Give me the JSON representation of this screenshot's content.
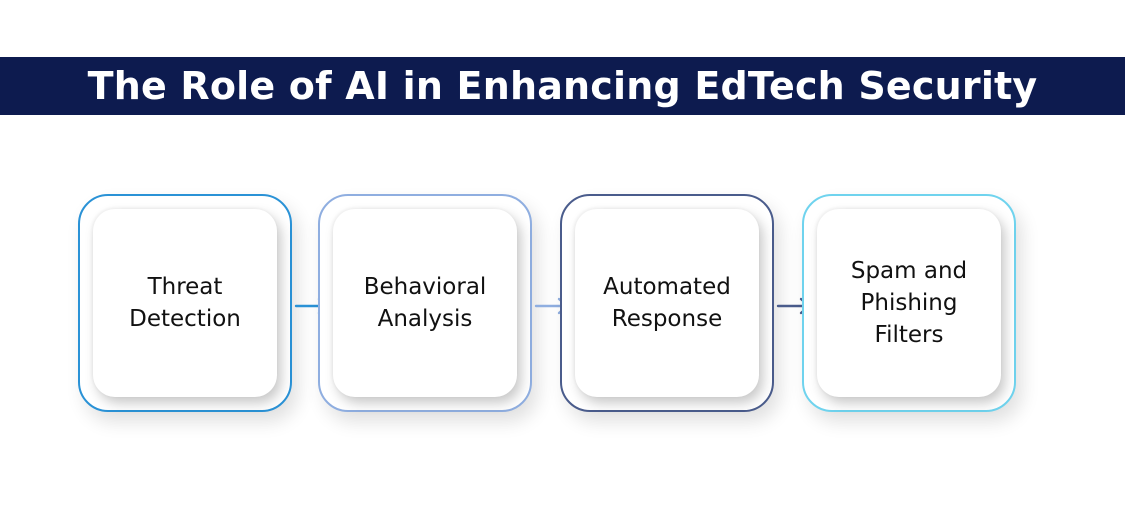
{
  "title": "The Role of AI in Enhancing EdTech Security",
  "colors": {
    "title_bar": "#0d1b4f",
    "step_1_border": "#2a92d6",
    "step_2_border": "#8faee0",
    "step_3_border": "#4a5c8c",
    "step_4_border": "#6fd3ee",
    "arrow_1": "#2a92d6",
    "arrow_2": "#8faee0",
    "arrow_3": "#4a5c8c"
  },
  "steps": [
    {
      "label": "Threat\nDetection"
    },
    {
      "label": "Behavioral\nAnalysis"
    },
    {
      "label": "Automated\nResponse"
    },
    {
      "label": "Spam and\nPhishing\nFilters"
    }
  ]
}
